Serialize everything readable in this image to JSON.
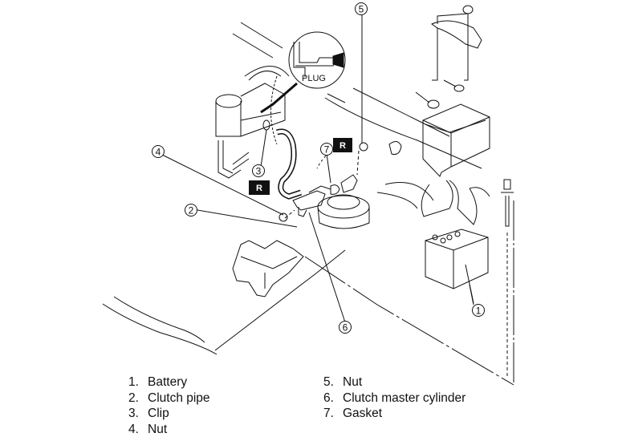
{
  "figure": {
    "plug_label": "PLUG",
    "replace_badge": "R",
    "callouts": [
      "1",
      "2",
      "3",
      "4",
      "5",
      "6",
      "7"
    ]
  },
  "legend": {
    "left": [
      {
        "num": "1.",
        "label": "Battery"
      },
      {
        "num": "2.",
        "label": "Clutch pipe"
      },
      {
        "num": "3.",
        "label": "Clip"
      },
      {
        "num": "4.",
        "label": "Nut"
      }
    ],
    "right": [
      {
        "num": "5.",
        "label": "Nut"
      },
      {
        "num": "6.",
        "label": "Clutch master cylinder"
      },
      {
        "num": "7.",
        "label": "Gasket"
      }
    ]
  }
}
